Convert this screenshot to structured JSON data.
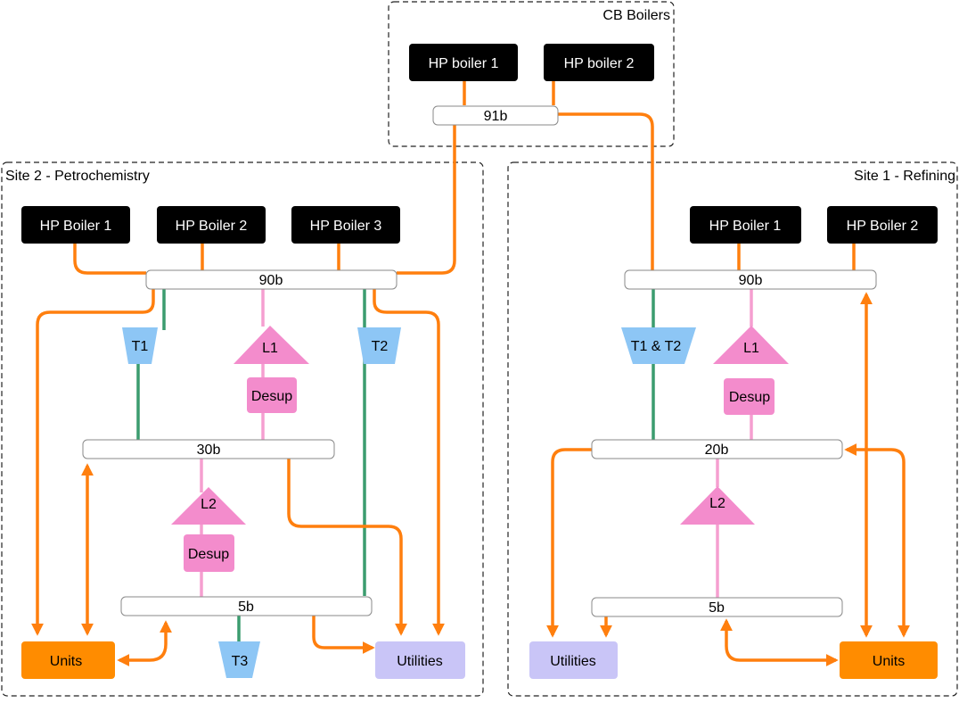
{
  "regions": {
    "cb": "CB Boilers",
    "site2": "Site 2 - Petrochemistry",
    "site1": "Site 1 - Refining"
  },
  "cb": {
    "boiler1": "HP boiler 1",
    "boiler2": "HP boiler 2",
    "header": "91b"
  },
  "site2": {
    "boiler1": "HP Boiler 1",
    "boiler2": "HP Boiler 2",
    "boiler3": "HP Boiler 3",
    "header90": "90b",
    "header30": "30b",
    "header5": "5b",
    "t1": "T1",
    "t2": "T2",
    "t3": "T3",
    "l1": "L1",
    "l2": "L2",
    "desup1": "Desup",
    "desup2": "Desup",
    "units": "Units",
    "utilities": "Utilities"
  },
  "site1": {
    "boiler1": "HP Boiler 1",
    "boiler2": "HP Boiler 2",
    "header90": "90b",
    "header20": "20b",
    "header5": "5b",
    "t12": "T1 & T2",
    "l1": "L1",
    "l2": "L2",
    "desup": "Desup",
    "units": "Units",
    "utilities": "Utilities"
  },
  "colors": {
    "orange": "#ff7f0e",
    "green": "#3b9c6f",
    "pink": "#f59fd0",
    "turbine": "#8dc6f5",
    "units": "#ff8c00",
    "utilities": "#c9c5f7"
  }
}
